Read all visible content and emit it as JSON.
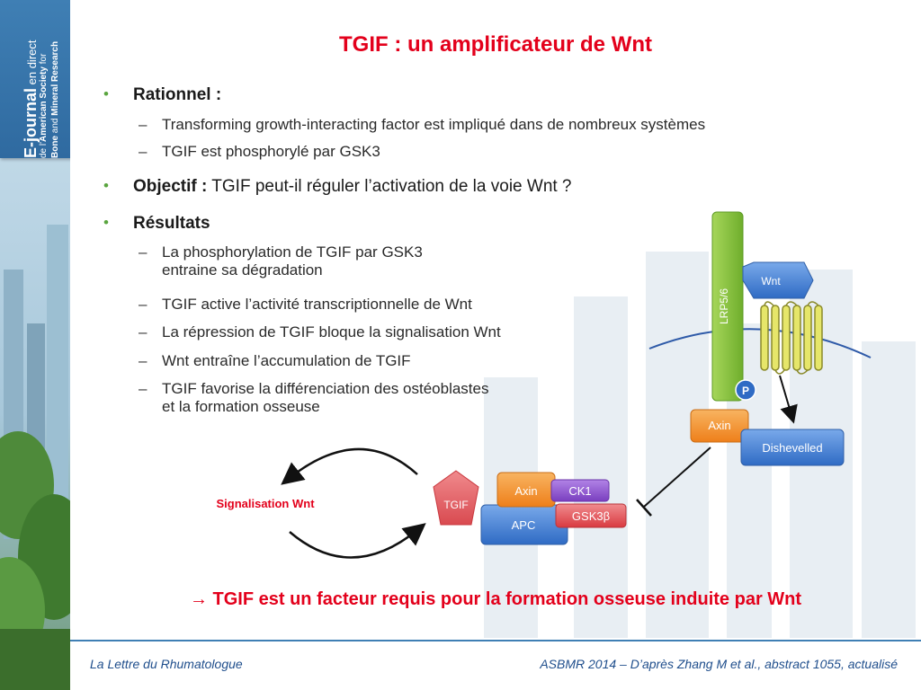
{
  "journal_tab": {
    "line1_bold": "E-journal",
    "line1_rest": " en direct",
    "line2_pre": "de l'",
    "line2_bold": "American Society",
    "line2_post": " for",
    "line3_bold1": "Bone",
    "line3_mid": " and ",
    "line3_bold2": "Mineral Research"
  },
  "title": "TGIF : un amplificateur de Wnt",
  "bullets": {
    "rationnel": {
      "heading": "Rationnel :",
      "items": [
        "Transforming growth-interacting factor est impliqué dans de nombreux systèmes",
        "TGIF est phosphorylé par GSK3"
      ]
    },
    "objectif": {
      "heading": "Objectif :",
      "text": " TGIF peut-il réguler l’activation de la voie Wnt ?"
    },
    "resultats": {
      "heading": "Résultats",
      "items": [
        {
          "line1": "La phosphorylation de TGIF par GSK3",
          "line2": "entraine sa dégradation"
        },
        {
          "line1": "TGIF active l’activité transcriptionnelle de Wnt",
          "line2": ""
        },
        {
          "line1": "La répression de TGIF bloque la signalisation Wnt",
          "line2": ""
        },
        {
          "line1": "Wnt entraîne l’accumulation de TGIF",
          "line2": ""
        },
        {
          "line1": "TGIF favorise la différenciation des ostéoblastes",
          "line2": "et la formation osseuse"
        }
      ]
    }
  },
  "diagram": {
    "lrp": "LRP5/6",
    "wnt": "Wnt",
    "p": "P",
    "axin_top": "Axin",
    "dishevelled": "Dishevelled",
    "signalisation": "Signalisation Wnt",
    "tgif": "TGIF",
    "axin_complex": "Axin",
    "ck1": "CK1",
    "gsk3b": "GSK3β",
    "apc": "APC",
    "colors": {
      "lrp_green": "#8cc63f",
      "frizzled_yellow": "#e6e66a",
      "blue_box": "#3f7fd0",
      "orange_box": "#f39325",
      "purple_box": "#8a4fc8",
      "red_box": "#e0494f",
      "tgif_pink": "#e0565c"
    }
  },
  "conclusion_arrow": "→",
  "conclusion": "TGIF est un facteur requis pour la formation osseuse induite par Wnt",
  "footer": {
    "left": "La Lettre du Rhumatologue",
    "right": "ASBMR 2014 – D’après Zhang M et al., abstract 1055, actualisé"
  }
}
